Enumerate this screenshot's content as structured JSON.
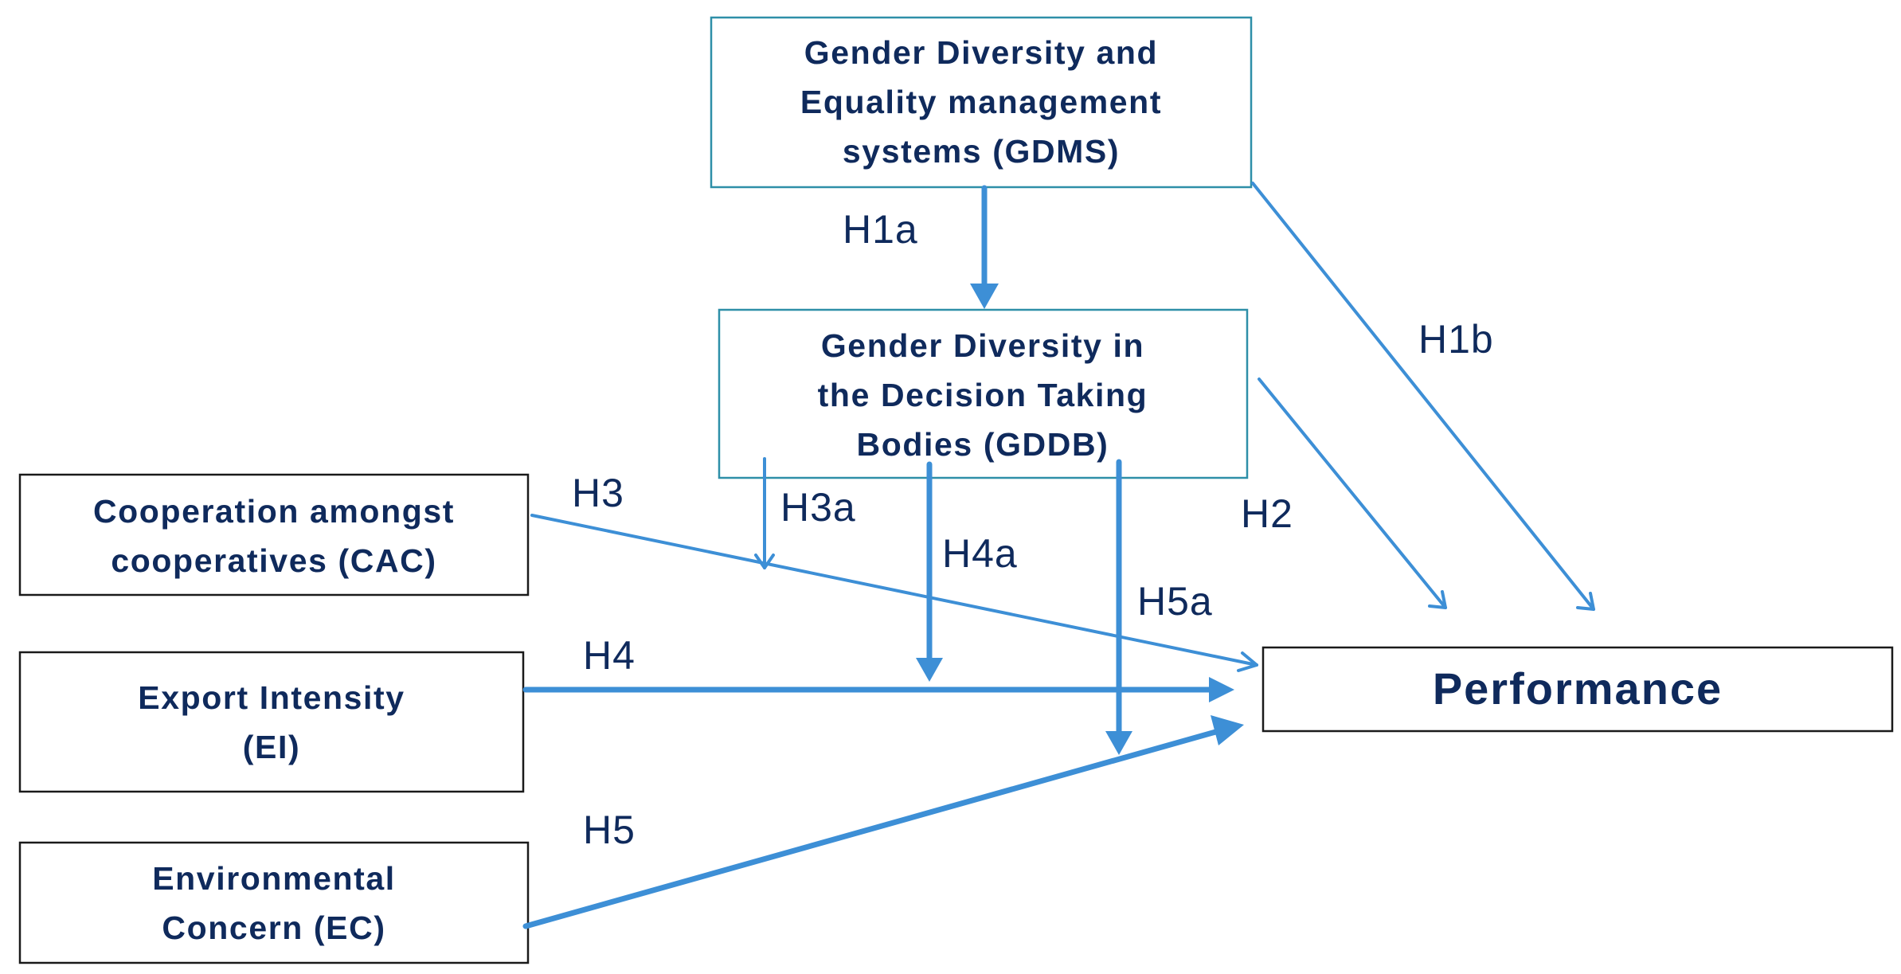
{
  "boxes": {
    "gdms": {
      "lines": [
        "Gender Diversity and",
        "Equality management",
        "systems (GDMS)"
      ]
    },
    "gddb": {
      "lines": [
        "Gender Diversity in",
        "the Decision Taking",
        "Bodies (GDDB)"
      ]
    },
    "cac": {
      "lines": [
        "Cooperation  amongst",
        "cooperatives (CAC)"
      ]
    },
    "ei": {
      "lines": [
        "Export Intensity",
        "(EI)"
      ]
    },
    "ec": {
      "lines": [
        "Environmental",
        "Concern (EC)"
      ]
    },
    "performance": {
      "label": "Performance"
    }
  },
  "hypotheses": {
    "h1a": "H1a",
    "h1b": "H1b",
    "h2": "H2",
    "h3": "H3",
    "h3a": "H3a",
    "h4": "H4",
    "h4a": "H4a",
    "h5": "H5",
    "h5a": "H5a"
  },
  "colors": {
    "arrow": "#3d8fd6",
    "text": "#0f2a5c",
    "box_border_teal": "#2e8fa8",
    "box_border_dark": "#1a1a1a"
  }
}
